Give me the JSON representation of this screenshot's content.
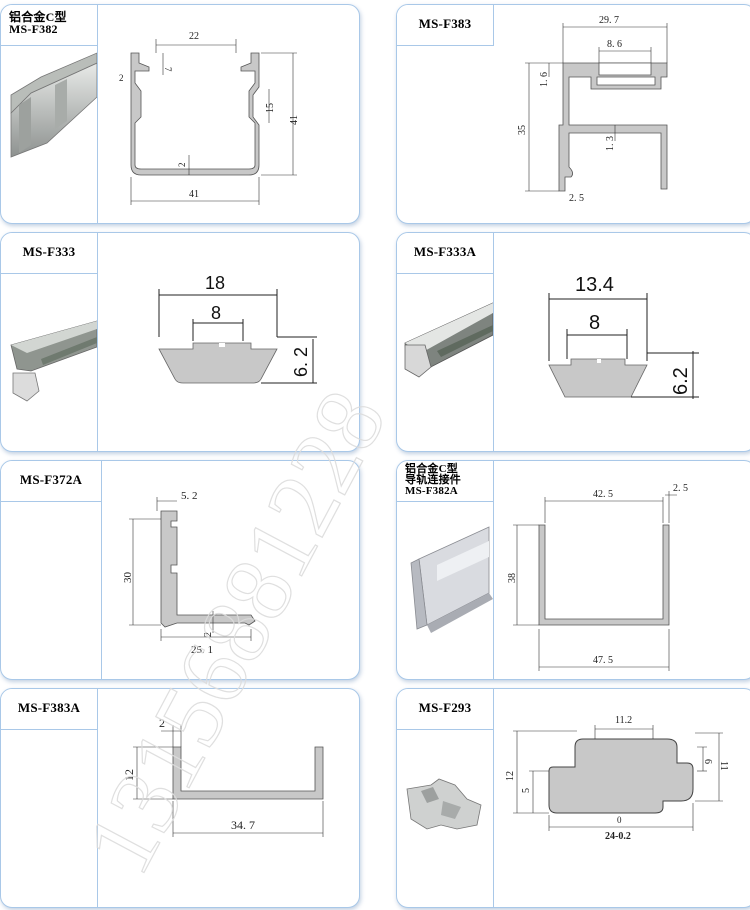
{
  "colors": {
    "card_border": "#a9c8e8",
    "profile_fill": "#c8c8c8",
    "profile_stroke": "#555555",
    "dimension_line": "#333333",
    "watermark": "#e6e6e6"
  },
  "products": [
    {
      "model": "MS-F382",
      "name_cn": "铝合金C型",
      "dims": {
        "top_gap": "22",
        "lip_depth": "7",
        "wall": "2",
        "slot": "15",
        "height": "41",
        "bottom_wall": "2",
        "width": "41"
      }
    },
    {
      "model": "MS-F383",
      "dims": {
        "top_width": "29. 7",
        "slot": "8. 6",
        "lip": "1. 6",
        "height": "35",
        "web": "1. 3",
        "foot": "2. 5"
      }
    },
    {
      "model": "MS-F333",
      "dims": {
        "width": "18",
        "slot": "8",
        "height": "6. 2"
      }
    },
    {
      "model": "MS-F333A",
      "dims": {
        "width": "13.4",
        "slot": "8",
        "height": "6.2"
      }
    },
    {
      "model": "MS-F372A",
      "dims": {
        "lip": "5. 2",
        "height": "30",
        "wall": "2",
        "base": "25. 1"
      }
    },
    {
      "model": "MS-F382A",
      "name_cn": "铝合金C型",
      "name_cn2": "导轨连接件",
      "dims": {
        "inner_width": "42. 5",
        "wall": "2. 5",
        "height": "38",
        "width": "47. 5"
      }
    },
    {
      "model": "MS-F383A",
      "dims": {
        "wall": "2",
        "height": "12",
        "width": "34. 7"
      }
    },
    {
      "model": "MS-F293",
      "dims": {
        "top": "11.2",
        "left_height": "12",
        "inner_left": "5",
        "right_inner": "6",
        "right_height": "11",
        "zero": "0",
        "width": "24-0.2"
      }
    }
  ],
  "watermark_text": "13156881228"
}
